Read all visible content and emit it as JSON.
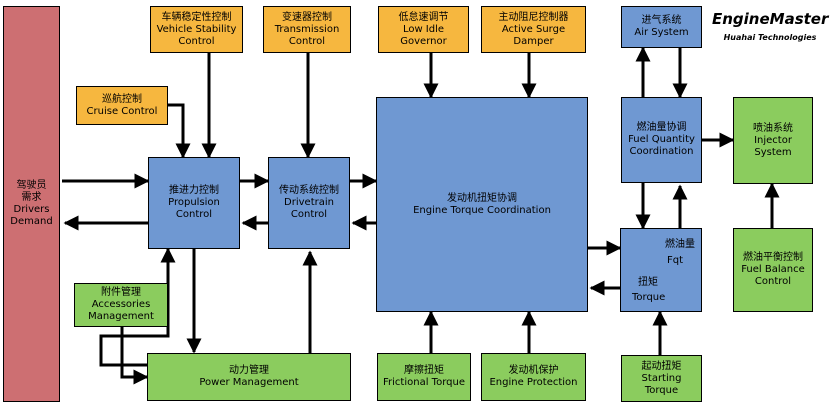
{
  "brand": {
    "title": "EngineMaster",
    "subtitle": "Huahai Technologies"
  },
  "blocks": {
    "drivers": {
      "cn1": "驾驶员",
      "cn2": "需求",
      "en1": "Drivers",
      "en2": "Demand"
    },
    "cruise": {
      "cn": "巡航控制",
      "en": "Cruise Control"
    },
    "vsc": {
      "cn": "车辆稳定性控制",
      "en1": "Vehicle Stability",
      "en2": "Control"
    },
    "transmission": {
      "cn": "变速器控制",
      "en1": "Transmission",
      "en2": "Control"
    },
    "idle": {
      "cn": "低怠速调节",
      "en1": "Low Idle",
      "en2": "Governor"
    },
    "surge": {
      "cn": "主动阻尼控制器",
      "en1": "Active Surge",
      "en2": "Damper"
    },
    "air": {
      "cn": "进气系统",
      "en": "Air System"
    },
    "propulsion": {
      "cn": "推进力控制",
      "en1": "Propulsion",
      "en2": "Control"
    },
    "drivetrain": {
      "cn": "传动系统控制",
      "en1": "Drivetrain",
      "en2": "Control"
    },
    "torque": {
      "cn": "发动机扭矩协调",
      "en": "Engine Torque Coordination"
    },
    "fuelqty": {
      "cn": "燃油量协调",
      "en1": "Fuel Quantity",
      "en2": "Coordination"
    },
    "injector": {
      "cn": "喷油系统",
      "en1": "Injector",
      "en2": "System"
    },
    "converter": {
      "fuel_cn": "燃油量",
      "fuel_en": "Fqt",
      "torque_cn": "扭矩",
      "torque_en": "Torque"
    },
    "fuelbal": {
      "cn": "燃油平衡控制",
      "en1": "Fuel Balance",
      "en2": "Control"
    },
    "accessories": {
      "cn": "附件管理",
      "en1": "Accessories",
      "en2": "Management"
    },
    "power": {
      "cn": "动力管理",
      "en": "Power Management"
    },
    "friction": {
      "cn": "摩擦扭矩",
      "en": "Frictional Torque"
    },
    "protection": {
      "cn": "发动机保护",
      "en": "Engine Protection"
    },
    "starting": {
      "cn": "起动扭矩",
      "en1": "Starting",
      "en2": "Torque"
    }
  }
}
